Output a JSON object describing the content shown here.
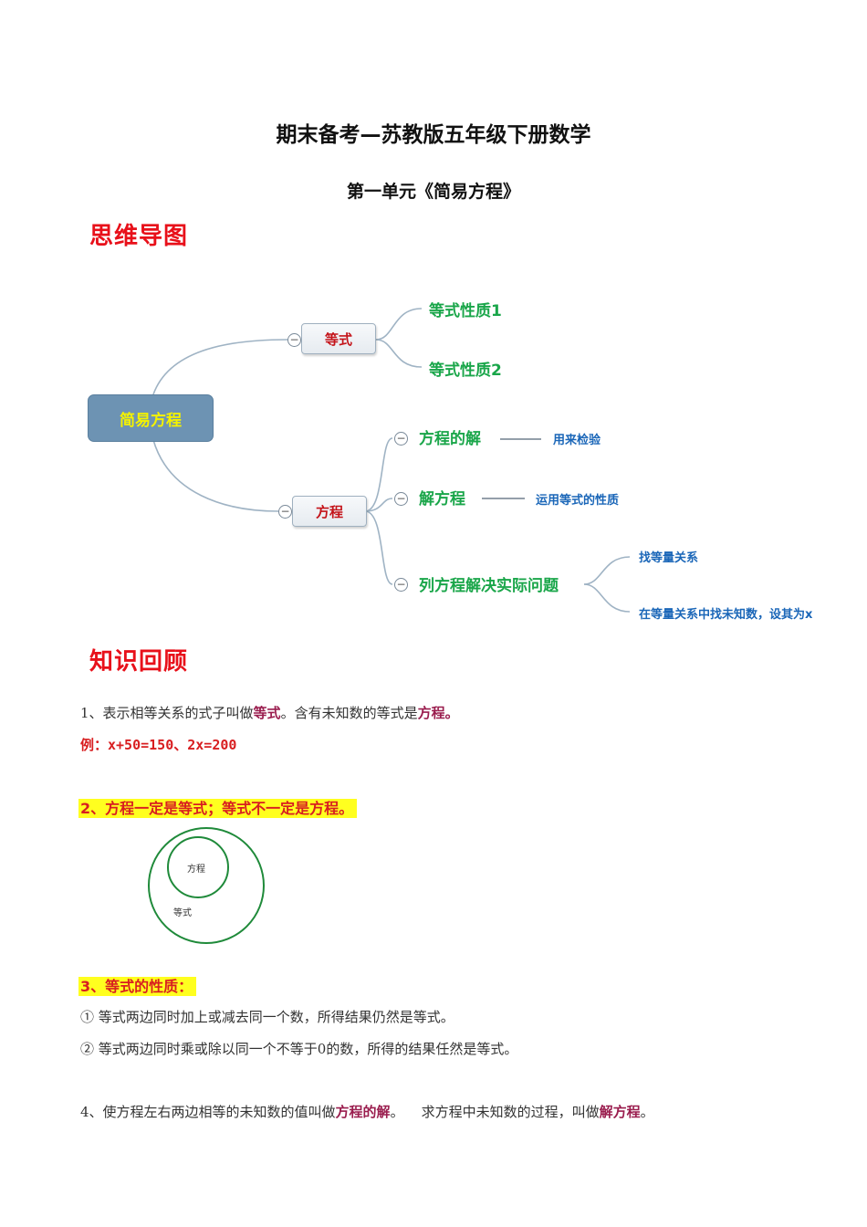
{
  "document": {
    "title": "期末备考—苏教版五年级下册数学",
    "subtitle": "第一单元《简易方程》"
  },
  "mind_map": {
    "heading": "思维导图",
    "root": "简易方程",
    "branches": {
      "equality": {
        "label": "等式",
        "children": [
          "等式性质1",
          "等式性质2"
        ]
      },
      "equation": {
        "label": "方程",
        "children": [
          {
            "label": "方程的解",
            "note": "用来检验"
          },
          {
            "label": "解方程",
            "note": "运用等式的性质"
          },
          {
            "label": "列方程解决实际问题",
            "notes": [
              "找等量关系",
              "在等量关系中找未知数，设其为x"
            ]
          }
        ]
      }
    },
    "collapse_symbol": "−"
  },
  "knowledge": {
    "heading": "知识回顾",
    "item1": {
      "p1": "1、表示相等关系的式子叫做",
      "t1": "等式",
      "p2": "。含有未知数的等式是",
      "t2": "方程。"
    },
    "example": "例：x+50=150、2x=200",
    "item2": "2、方程一定是等式；等式不一定是方程。",
    "venn": {
      "inner": "方程",
      "outer": "等式"
    },
    "item3": {
      "heading": "3、等式的性质：",
      "points": [
        "①  等式两边同时加上或减去同一个数，所得结果仍然是等式。",
        "②  等式两边同时乘或除以同一个不等于0的数，所得的结果任然是等式。"
      ]
    },
    "item4": {
      "p1": "4、使方程左右两边相等的未知数的值叫做",
      "t1": "方程的解",
      "p2": "。    求方程中未知数的过程，叫做",
      "t2": "解方程",
      "p3": "。"
    }
  },
  "colors": {
    "heading_red": "#e8101a",
    "branch_green": "#1aa64a",
    "note_blue": "#1a66b8",
    "term_maroon": "#9a1d4e",
    "highlight_yellow": "#ffff1f",
    "root_box": "#6d93b3",
    "root_text": "#f4f200"
  }
}
